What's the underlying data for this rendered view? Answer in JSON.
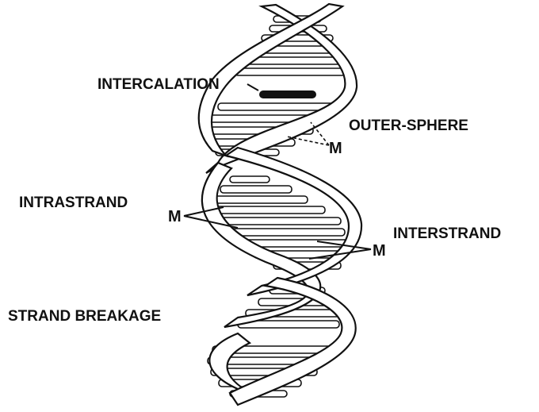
{
  "labels": {
    "intercalation": "INTERCALATION",
    "outer_sphere": "OUTER-SPHERE",
    "intrastrand": "INTRASTRAND",
    "interstrand": "INTERSTRAND",
    "strand_breakage": "STRAND BREAKAGE",
    "metal": "M"
  },
  "colors": {
    "ink": "#111111",
    "background": "#ffffff"
  }
}
